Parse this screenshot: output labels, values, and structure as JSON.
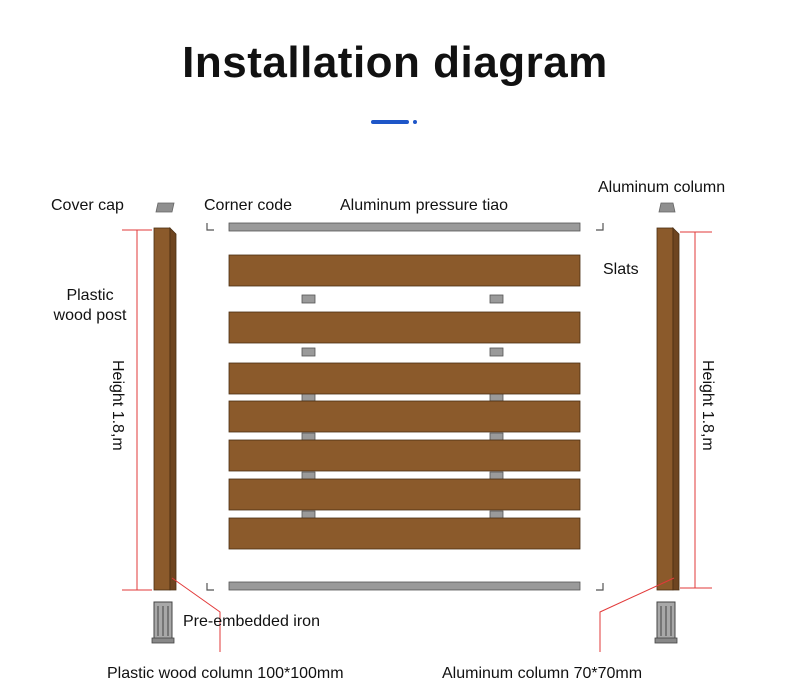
{
  "title": "Installation diagram",
  "labels": {
    "cover_cap": "Cover cap",
    "corner_code": "Corner code",
    "aluminum_pressure_tiao": "Aluminum pressure tiao",
    "aluminum_column": "Aluminum column",
    "slats": "Slats",
    "plastic_wood_post_line1": "Plastic",
    "plastic_wood_post_line2": "wood post",
    "height_left": "Height 1.8,m",
    "height_right": "Height 1.8,m",
    "pre_embedded_iron": "Pre-embedded iron",
    "plastic_wood_column": "Plastic wood column 100*100mm",
    "aluminum_column_size": "Aluminum column 70*70mm"
  },
  "colors": {
    "wood": "#8b5a2b",
    "wood_dark": "#6e4520",
    "aluminum": "#9a9a9a",
    "dimension_line": "#e23a3a",
    "accent": "#1e56c8"
  }
}
